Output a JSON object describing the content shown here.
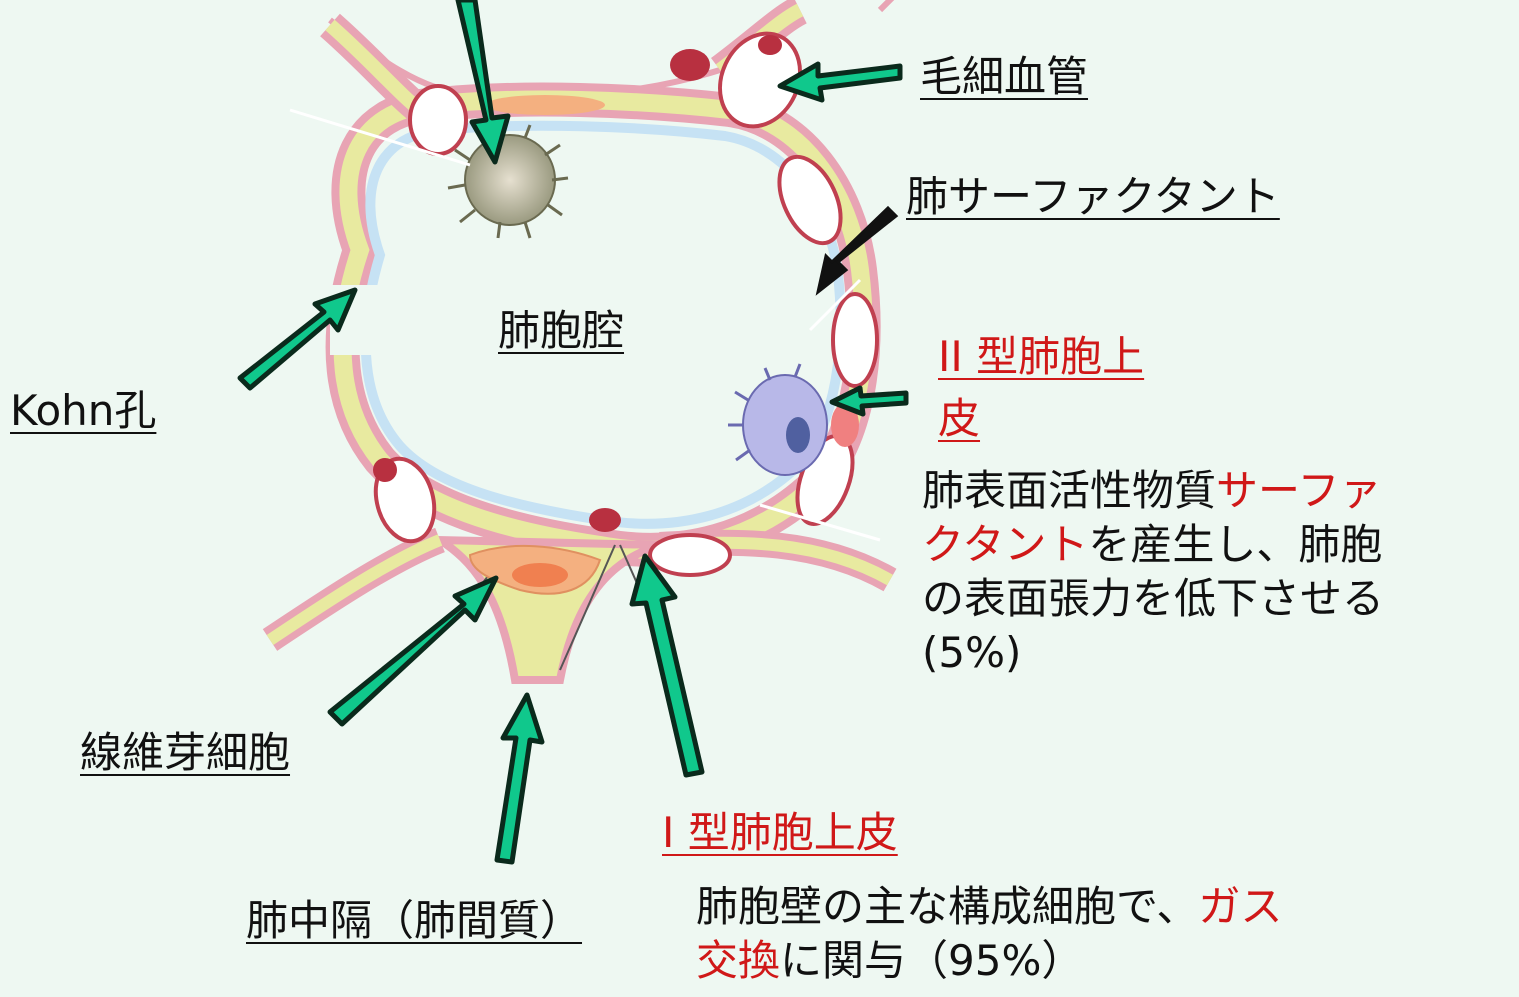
{
  "labels": {
    "capillary": "毛細血管",
    "surfactant": "肺サーファクタント",
    "alveolar_lumen": "肺胞腔",
    "kohn_pore": "Kohn孔",
    "type2_line1": "II 型肺胞上",
    "type2_line2": "皮",
    "fibroblast": "線維芽細胞",
    "type1": "I 型肺胞上皮",
    "septum": "肺中隔（肺間質）"
  },
  "type2_desc": {
    "line1_a": "肺表面活性物質",
    "line1_b": "サーファ",
    "line2_a": "クタント",
    "line2_b": "を産生し、肺胞",
    "line3": "の表面張力を低下させる",
    "line4": "(5%)"
  },
  "type1_desc": {
    "line1_a": "肺胞壁の主な構成細胞で、",
    "line1_b": "ガス",
    "line2_a": "交換",
    "line2_b": "に関与（95%）"
  },
  "colors": {
    "arrow_green": "#10c88c",
    "arrow_outline": "#0a2a1c",
    "highlight_red": "#d01818",
    "alveolar_wall_pink": "#e8a4b4",
    "wall_yellow": "#e8eaa0",
    "alveolar_lining_blue": "#c6e2f4"
  }
}
